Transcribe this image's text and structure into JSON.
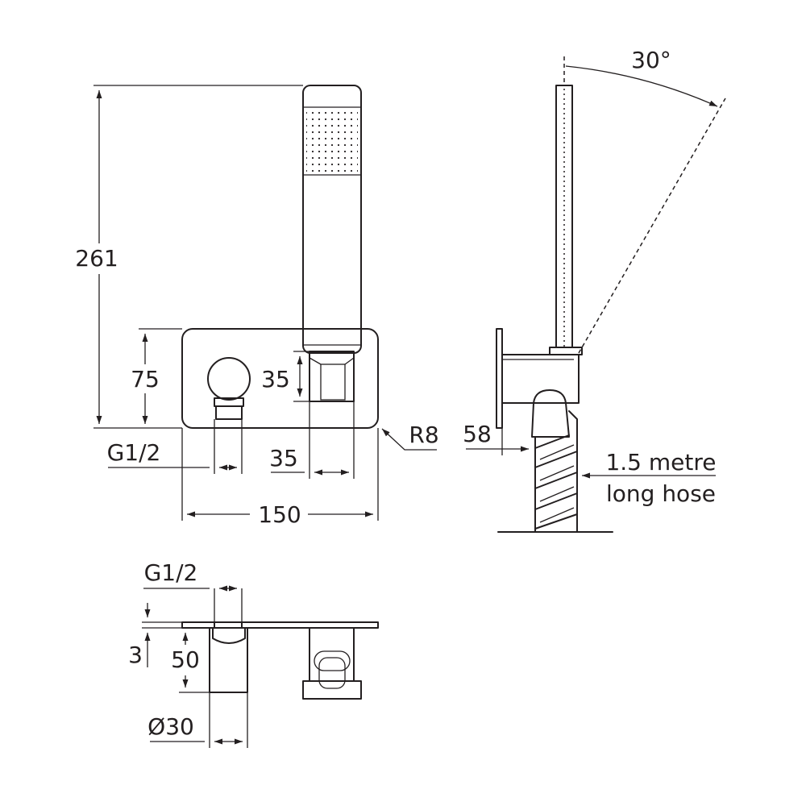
{
  "dimensions": {
    "overall_height": "261",
    "plate_height": "75",
    "cradle_height": "35",
    "cradle_width": "35",
    "thread_front": "G1/2",
    "plate_width": "150",
    "corner_radius": "R8",
    "angle": "30°",
    "projection": "58",
    "hose_line1": "1.5 metre",
    "hose_line2": "long hose",
    "thread_plan": "G1/2",
    "plate_thickness": "3",
    "outlet_depth": "50",
    "outlet_diameter": "Ø30"
  }
}
